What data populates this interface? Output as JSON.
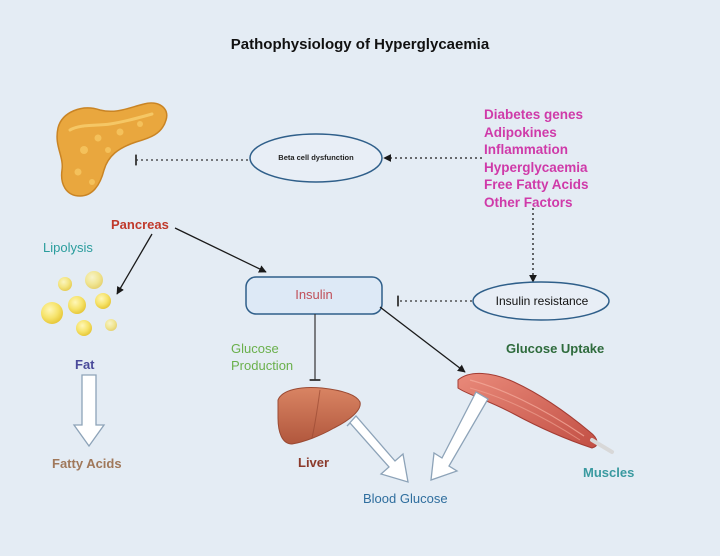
{
  "title": "Pathophysiology of Hyperglycaemia",
  "factors": [
    "Diabetes genes",
    "Adipokines",
    "Inflammation",
    "Hyperglycaemia",
    "Free Fatty Acids",
    "Other Factors"
  ],
  "nodes": {
    "beta_cell_dysfunction": "Beta cell dysfunction",
    "pancreas": "Pancreas",
    "lipolysis": "Lipolysis",
    "insulin": "Insulin",
    "insulin_resistance": "Insulin resistance",
    "glucose_production_1": "Glucose",
    "glucose_production_2": "Production",
    "glucose_uptake": "Glucose Uptake",
    "fat": "Fat",
    "fatty_acids": "Fatty Acids",
    "liver": "Liver",
    "muscles": "Muscles",
    "blood_glucose": "Blood Glucose"
  },
  "colors": {
    "factors": "#cf3aa9",
    "pancreas_label": "#c0392b",
    "lipolysis": "#2a9d9d",
    "insulin_text": "#c0505a",
    "glucose_production": "#6ab04c",
    "glucose_uptake": "#2e6b3c",
    "fat": "#4a4a9a",
    "fatty_acids": "#a0785a",
    "liver_label": "#8b3a2b",
    "muscles_label": "#3a9aa0",
    "blood_glucose": "#2f6e9e",
    "node_outline": "#2f5f8a"
  },
  "icons": [
    "pancreas-icon",
    "fat-droplets-icon",
    "liver-icon",
    "muscle-icon"
  ]
}
